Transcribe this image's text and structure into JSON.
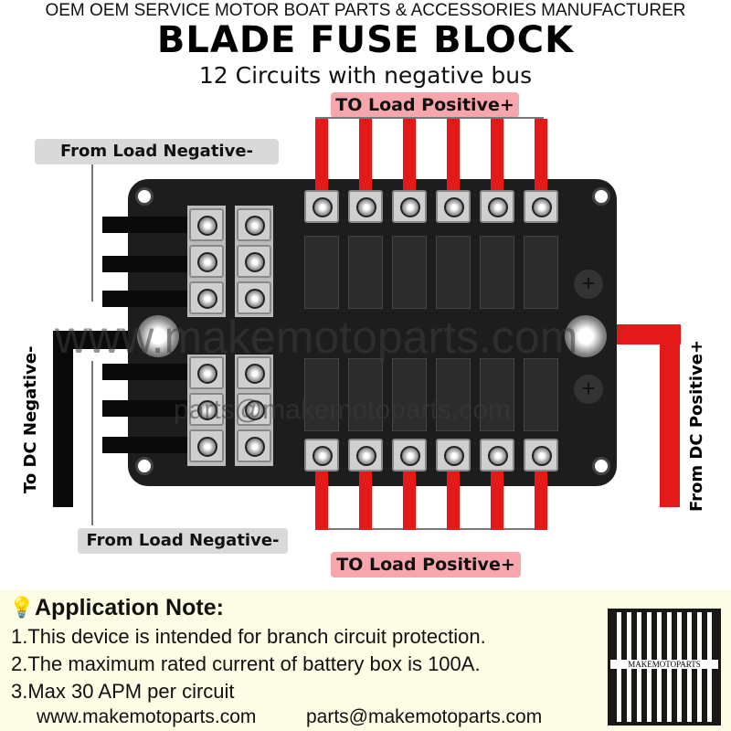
{
  "overlay_text": "OEM OEM SERVICE MOTOR BOAT PARTS & ACCESSORIES MANUFACTURER",
  "title": "BLADE FUSE BLOCK",
  "subtitle": "12 Circuits with negative bus",
  "labels": {
    "top_positive": "TO Load Positive+",
    "bottom_positive": "TO Load Positive+",
    "top_negative": "From Load Negative-",
    "bottom_negative": "From Load Negative-",
    "dc_negative": "To DC Negative-",
    "dc_positive": "From DC Positive+"
  },
  "watermarks": {
    "site": "www.makemotoparts.com",
    "email": "parts@makemotoparts.com"
  },
  "note": {
    "heading": "Application Note:",
    "items": [
      "1.This device is intended for branch circuit protection.",
      "2.The maximum rated current of battery box is 100A.",
      "3.Max 30 APM per circuit"
    ],
    "footer_site": "www.makemotoparts.com",
    "footer_email": "parts@makemotoparts.com",
    "qr_label": "MAKEMOTOPARTS"
  },
  "colors": {
    "positive": "#e41a1a",
    "label_pink": "#f7a6ad",
    "label_gray": "#d9d9d9",
    "note_bg": "#fdfce4"
  }
}
